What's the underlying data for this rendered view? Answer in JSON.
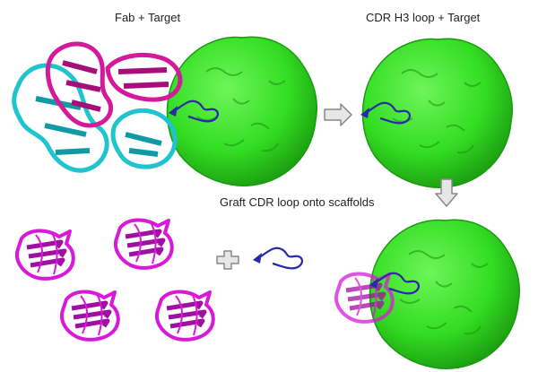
{
  "labels": {
    "fab_target": "Fab + Target",
    "cdr_h3_target": "CDR H3 loop  + Target",
    "graft": "Graft CDR loop onto scaffolds"
  },
  "colors": {
    "target_surface": "#33dd22",
    "target_shadow": "#1a9a10",
    "heavy_chain": "#d21a9a",
    "light_chain": "#1fc4cf",
    "cdr_loop": "#2a2aa8",
    "scaffold": "#d81ad8",
    "arrow_fill": "#e6e6e6",
    "arrow_stroke": "#888888"
  },
  "icons": {
    "right_arrow": "right-arrow-icon",
    "down_arrow": "down-arrow-icon",
    "plus": "plus-icon"
  }
}
